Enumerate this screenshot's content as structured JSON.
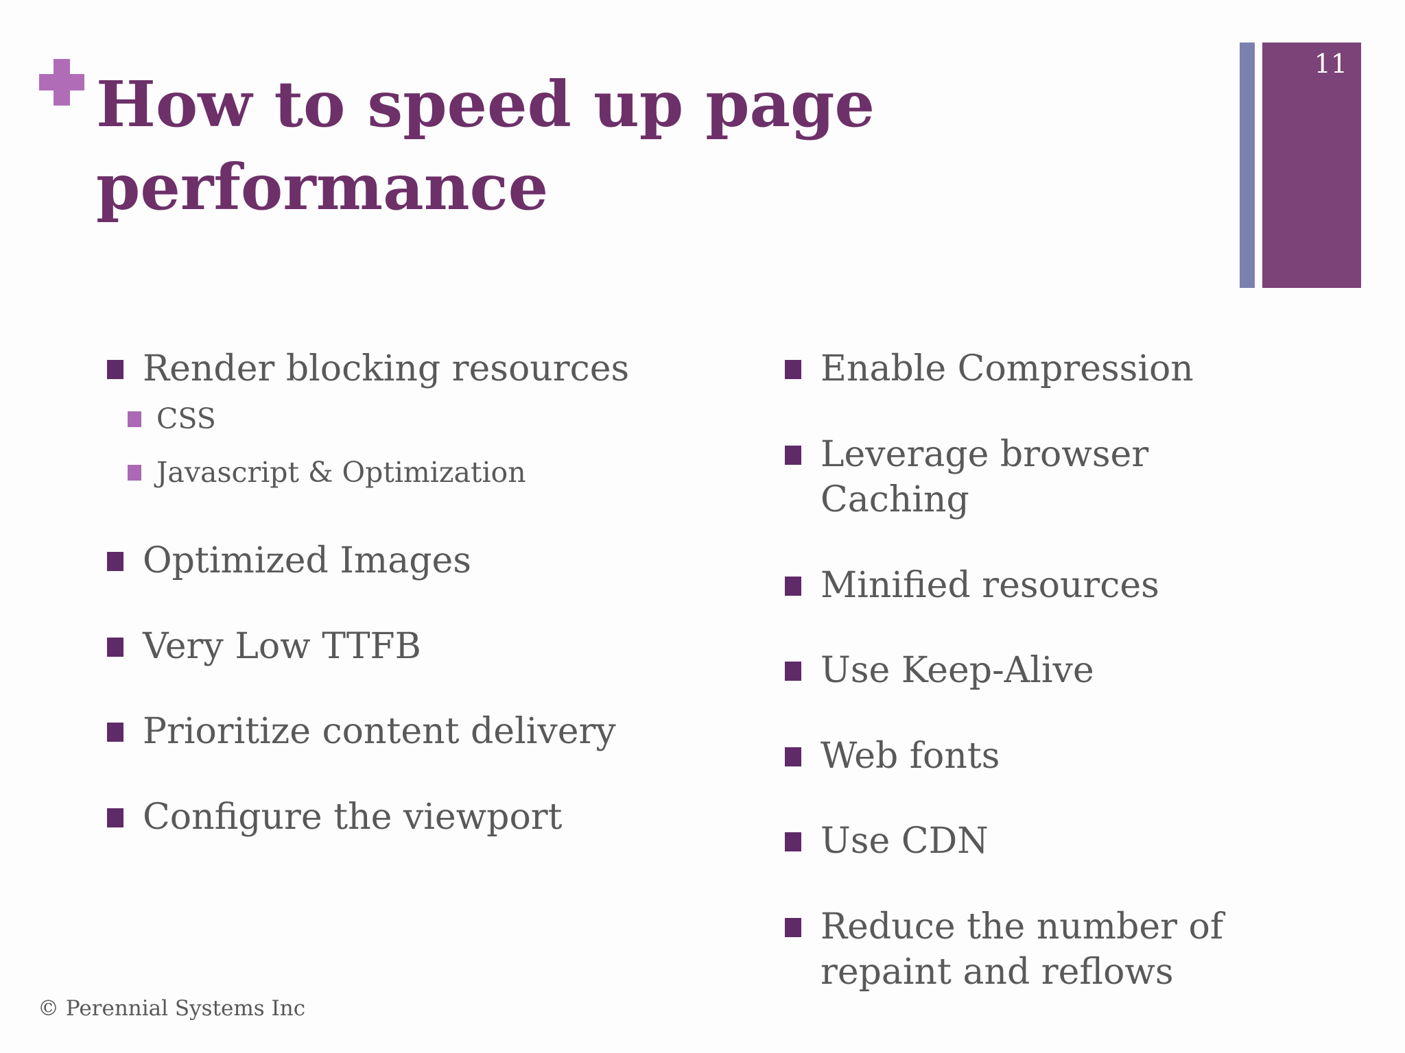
{
  "slide": {
    "title": "How to speed up page performance",
    "page_number": "11",
    "footer_copyright": "© Perennial Systems Inc"
  },
  "icons": {
    "plus_decoration": "plus-icon",
    "level1_bullet": "square-bullet-icon",
    "level2_bullet": "square-bullet-icon"
  },
  "colors": {
    "background": "#fdfdfd",
    "title_text": "#6d3069",
    "plus_accent": "#b16cb8",
    "level1_bullet": "#5f2a68",
    "level2_bullet": "#ab68b5",
    "body_text": "#595959",
    "corner_thin_stripe": "#7b81ae",
    "corner_wide_stripe": "#7c4378",
    "page_number_text": "#ffffff"
  },
  "columns": {
    "left": {
      "items": [
        {
          "label": "Render blocking resources",
          "sub_items": [
            {
              "label": "CSS"
            },
            {
              "label": "Javascript & Optimization"
            }
          ]
        },
        {
          "label": "Optimized Images"
        },
        {
          "label": "Very Low TTFB"
        },
        {
          "label": "Prioritize content delivery"
        },
        {
          "label": "Configure the viewport"
        }
      ]
    },
    "right": {
      "items": [
        {
          "label": "Enable Compression"
        },
        {
          "label": "Leverage browser Caching"
        },
        {
          "label": "Minified resources"
        },
        {
          "label": "Use Keep-Alive"
        },
        {
          "label": "Web fonts"
        },
        {
          "label": "Use CDN"
        },
        {
          "label": "Reduce the number of repaint and reflows"
        }
      ]
    }
  }
}
